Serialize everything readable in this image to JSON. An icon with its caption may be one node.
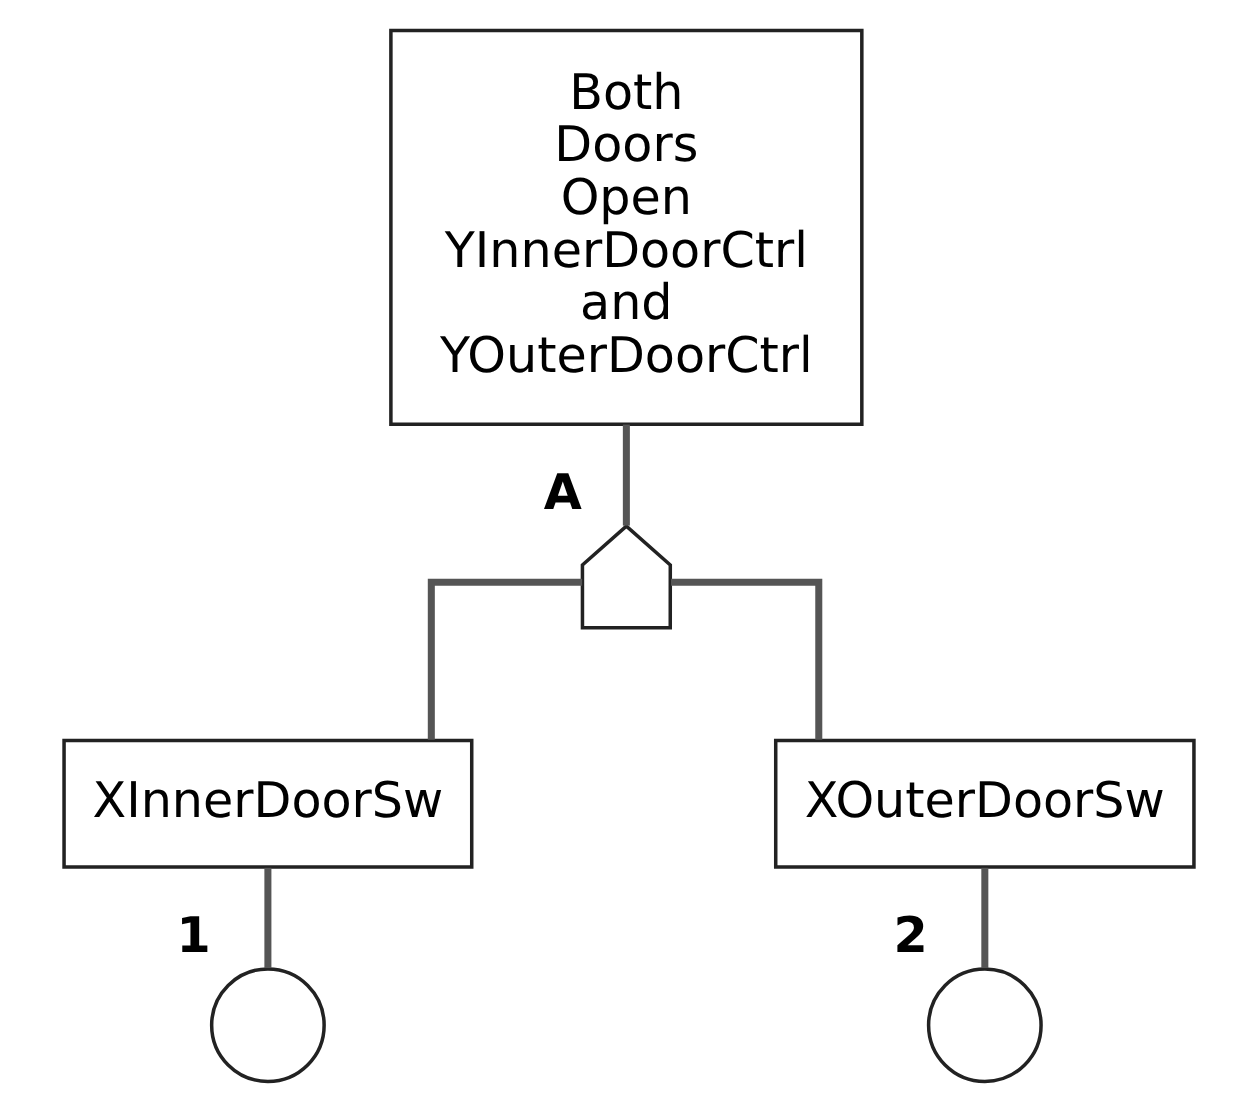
{
  "diagram": {
    "nodes": [
      {
        "text": [
          "Both Doors Open YInnerDoorCtrl and YOuterDoorCtrl"
        ]
      },
      {
        "text": [],
        "shape": "gate",
        "beside": [
          "A"
        ]
      },
      {
        "text": [
          "XInnerDoorSw"
        ]
      },
      {
        "text": [
          "XOuterDoorSw"
        ]
      },
      {
        "text": [],
        "shape": "circle",
        "beside": [
          "1"
        ]
      },
      {
        "text": [],
        "shape": "circle",
        "beside": [
          "2"
        ]
      }
    ],
    "edges": [
      {
        "from": 0,
        "to": 1,
        "arrow": "none"
      },
      {
        "from": 1,
        "to": 2,
        "arrow": "none"
      },
      {
        "from": 1,
        "to": 3,
        "arrow": "none"
      },
      {
        "from": 2,
        "to": 4,
        "arrow": "none"
      },
      {
        "from": 3,
        "to": 5,
        "arrow": "none"
      }
    ]
  }
}
